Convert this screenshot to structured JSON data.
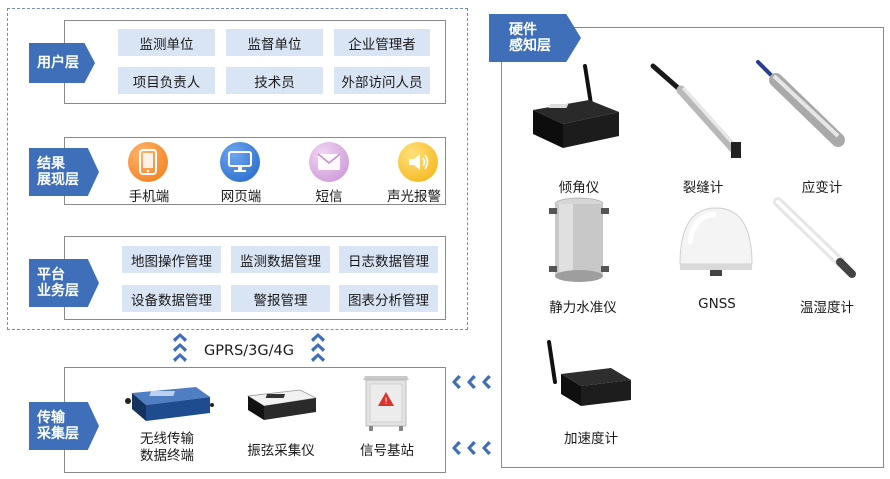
{
  "colors": {
    "accent": "#3e6fb8",
    "cell_bg": "#d9e4f4"
  },
  "user_layer": {
    "tag": [
      "用户层"
    ],
    "cells": [
      "监测单位",
      "监督单位",
      "企业管理者",
      "项目负责人",
      "技术员",
      "外部访问人员"
    ]
  },
  "result_layer": {
    "tag": [
      "结果",
      "展现层"
    ],
    "items": [
      {
        "label": "手机端",
        "icon": "mobile-phone-icon"
      },
      {
        "label": "网页端",
        "icon": "monitor-icon"
      },
      {
        "label": "短信",
        "icon": "envelope-icon"
      },
      {
        "label": "声光报警",
        "icon": "alarm-speaker-icon"
      }
    ]
  },
  "platform_layer": {
    "tag": [
      "平台",
      "业务层"
    ],
    "cells": [
      "地图操作管理",
      "监测数据管理",
      "日志数据管理",
      "设备数据管理",
      "警报管理",
      "图表分析管理"
    ]
  },
  "network_label": "GPRS/3G/4G",
  "transport_layer": {
    "tag": [
      "传输",
      "采集层"
    ],
    "items": [
      {
        "label": [
          "无线传输",
          "数据终端"
        ],
        "icon": "wireless-terminal-device-icon"
      },
      {
        "label": [
          "振弦采集仪"
        ],
        "icon": "vibrating-wire-logger-icon"
      },
      {
        "label": [
          "信号基站"
        ],
        "icon": "signal-base-station-cabinet-icon"
      }
    ]
  },
  "hardware_layer": {
    "tag": [
      "硬件",
      "感知层"
    ],
    "items": [
      {
        "label": "倾角仪",
        "icon": "inclinometer-device-icon"
      },
      {
        "label": "裂缝计",
        "icon": "crack-meter-icon"
      },
      {
        "label": "应变计",
        "icon": "strain-gauge-icon"
      },
      {
        "label": "静力水准仪",
        "icon": "hydrostatic-level-icon"
      },
      {
        "label": "GNSS",
        "icon": "gnss-antenna-icon"
      },
      {
        "label": "温湿度计",
        "icon": "temperature-humidity-sensor-icon"
      },
      {
        "label": "加速度计",
        "icon": "accelerometer-device-icon"
      }
    ]
  }
}
